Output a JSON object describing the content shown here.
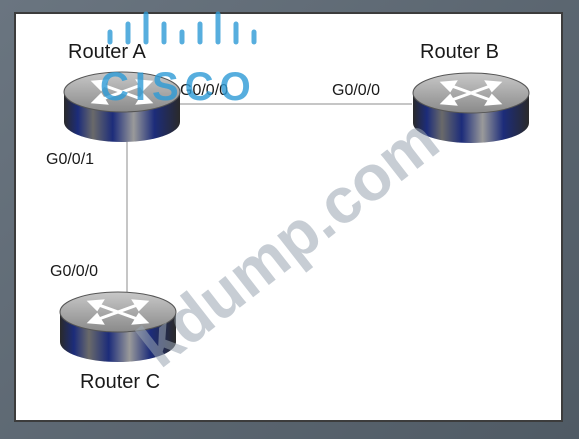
{
  "routers": {
    "a": {
      "name": "Router A",
      "port_right": "G0/0/0",
      "port_down": "G0/0/1"
    },
    "b": {
      "name": "Router B",
      "port_left": "G0/0/0"
    },
    "c": {
      "name": "Router C",
      "port_up": "G0/0/0"
    }
  },
  "watermark": {
    "logo_text": "CISCO",
    "site_text": "kdump.com"
  },
  "colors": {
    "router_body": "#8c8c8c",
    "router_blue": "#1c2c7a",
    "link_line": "#b4b4b4",
    "logo": "#2e9bd6"
  }
}
